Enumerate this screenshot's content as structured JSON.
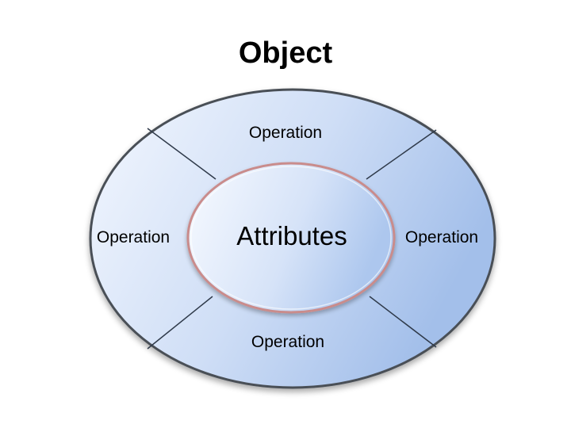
{
  "title": "Object",
  "outer_ellipse": {
    "sections": {
      "top": "Operation",
      "bottom": "Operation",
      "left": "Operation",
      "right": "Operation"
    }
  },
  "inner_ellipse": {
    "label": "Attributes"
  },
  "colors": {
    "outer_fill_light": "#eef4fd",
    "outer_fill_dark": "#a9c4ec",
    "outer_stroke": "#4a4f57",
    "inner_fill_light": "#f5f8fe",
    "inner_fill_dark": "#b8cff1",
    "inner_ring": "#c98c8c",
    "divider": "#2f3a4a"
  }
}
